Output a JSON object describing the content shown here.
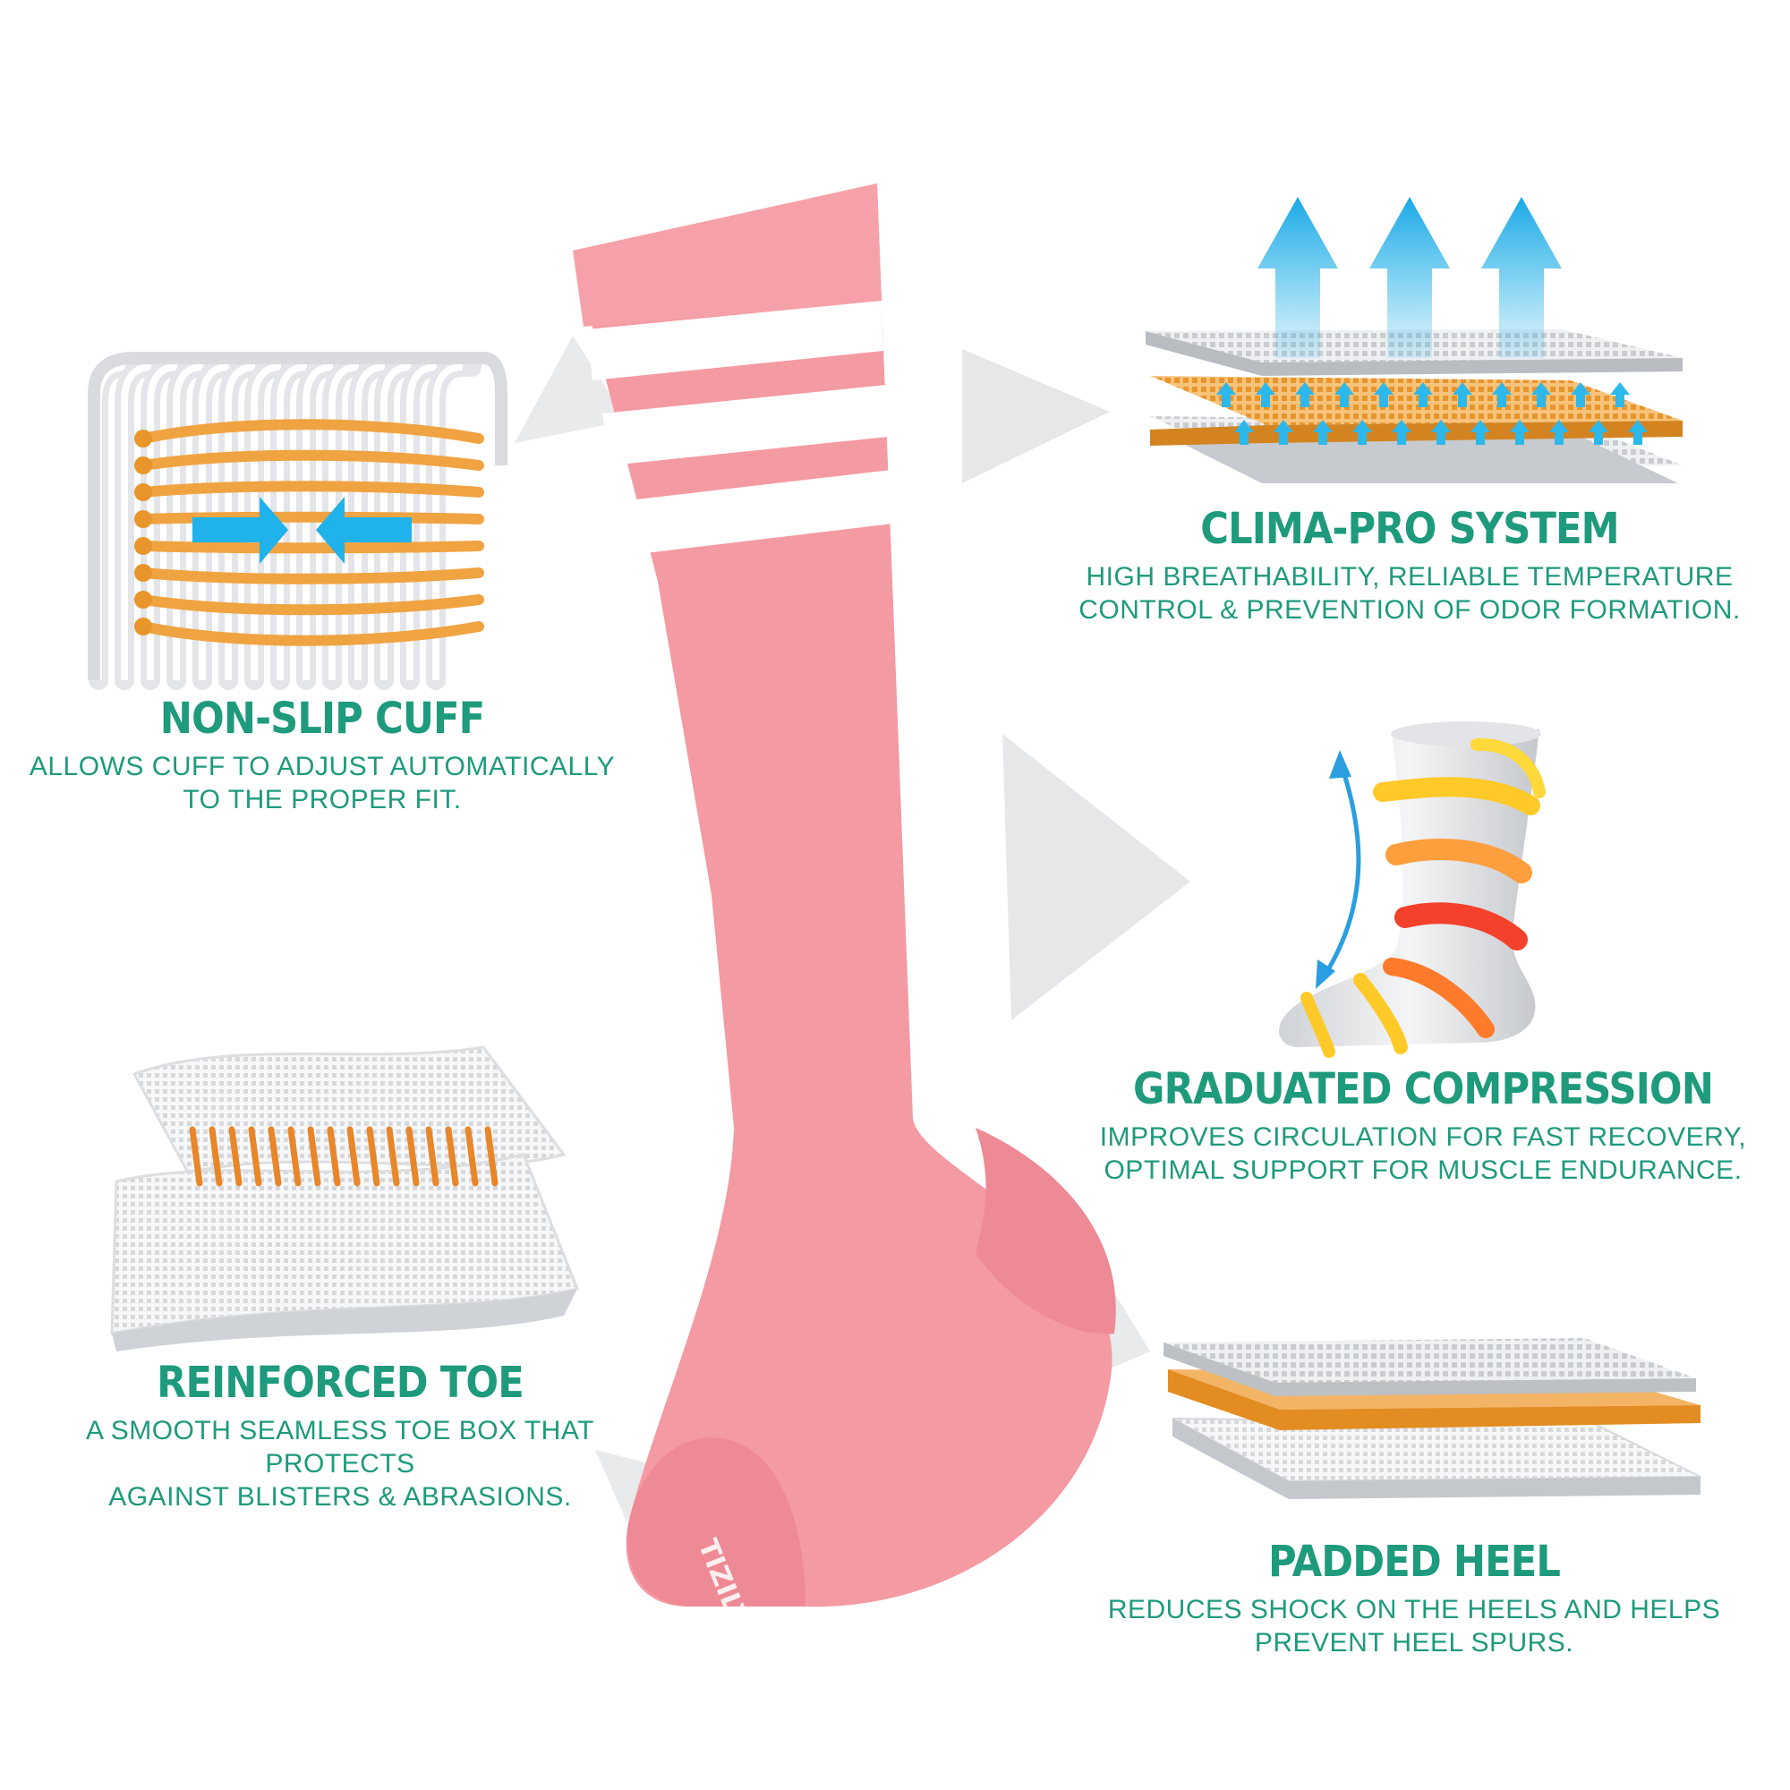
{
  "colors": {
    "accent_text": "#1e9a7c",
    "sock_pink": "#f49aa3",
    "sock_pink_dark": "#ee8a95",
    "stripe_white": "#ffffff",
    "yarn_orange": "#f0a341",
    "arrow_blue": "#2db8ec",
    "mesh_gray": "#d7d9dc"
  },
  "sock": {
    "brand_text": "TIZILY"
  },
  "features": {
    "non_slip_cuff": {
      "icon": "cuff-layers-icon",
      "title": "NON-SLIP CUFF",
      "desc_line1": "ALLOWS CUFF TO ADJUST AUTOMATICALLY",
      "desc_line2": "TO THE PROPER FIT."
    },
    "reinforced_toe": {
      "icon": "stitched-mesh-icon",
      "title": "REINFORCED TOE",
      "desc_line1": "A SMOOTH SEAMLESS TOE BOX THAT PROTECTS",
      "desc_line2": "AGAINST BLISTERS & ABRASIONS."
    },
    "clima_pro": {
      "icon": "breathable-layers-icon",
      "title": "CLIMA-PRO SYSTEM",
      "desc_line1": "HIGH BREATHABILITY, RELIABLE TEMPERATURE",
      "desc_line2": "CONTROL & PREVENTION OF ODOR FORMATION."
    },
    "graduated_compression": {
      "icon": "compression-leg-icon",
      "title": "GRADUATED COMPRESSION",
      "desc_line1": "IMPROVES CIRCULATION FOR FAST RECOVERY,",
      "desc_line2": "OPTIMAL SUPPORT FOR MUSCLE ENDURANCE."
    },
    "padded_heel": {
      "icon": "padded-layers-icon",
      "title": "PADDED HEEL",
      "desc_line1": "REDUCES SHOCK ON THE HEELS AND HELPS",
      "desc_line2": "PREVENT HEEL SPURS."
    }
  }
}
